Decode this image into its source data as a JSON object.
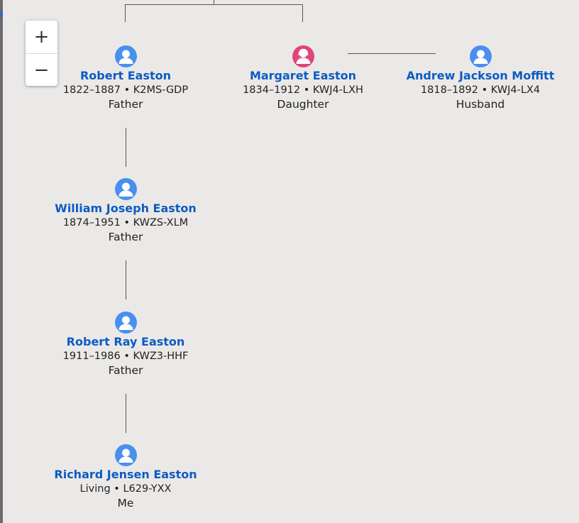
{
  "zoom": {
    "in_label": "+",
    "out_label": "−"
  },
  "people": [
    {
      "name": "Robert Easton",
      "lifespan": "1822–1887",
      "pid": "K2MS-GDP",
      "relation": "Father",
      "gender": "male"
    },
    {
      "name": "Margaret Easton",
      "lifespan": "1834–1912",
      "pid": "KWJ4-LXH",
      "relation": "Daughter",
      "gender": "female"
    },
    {
      "name": "Andrew Jackson Moffitt",
      "lifespan": "1818–1892",
      "pid": "KWJ4-LX4",
      "relation": "Husband",
      "gender": "male"
    },
    {
      "name": "William Joseph Easton",
      "lifespan": "1874–1951",
      "pid": "KWZS-XLM",
      "relation": "Father",
      "gender": "male"
    },
    {
      "name": "Robert Ray Easton",
      "lifespan": "1911–1986",
      "pid": "KWZ3-HHF",
      "relation": "Father",
      "gender": "male"
    },
    {
      "name": "Richard Jensen Easton",
      "lifespan": "Living",
      "pid": "L629-YXX",
      "relation": "Me",
      "gender": "male"
    }
  ],
  "meta_separator": "•",
  "colors": {
    "male": "#4a8ff0",
    "female": "#e0457a",
    "name_link": "#0c5bc4",
    "background": "#ebe9e7"
  }
}
